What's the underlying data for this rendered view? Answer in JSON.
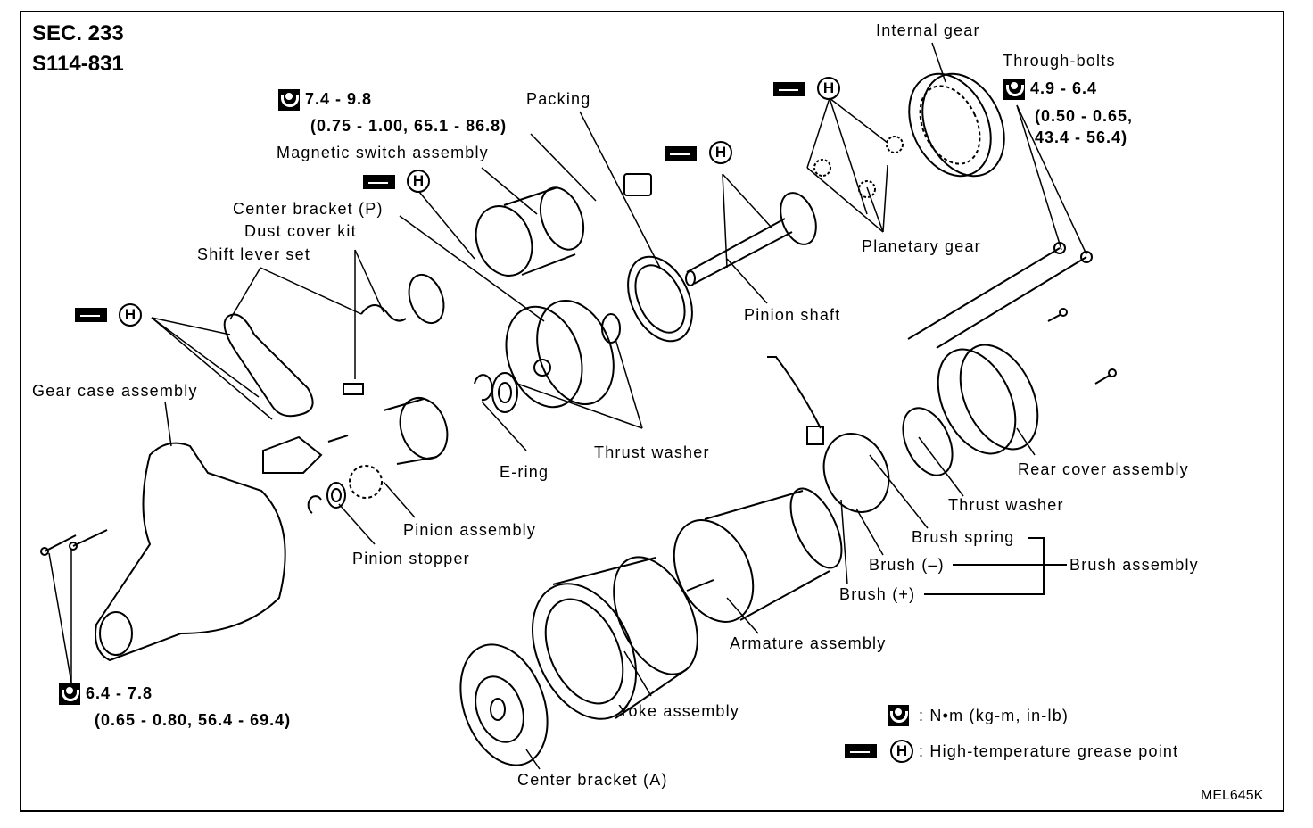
{
  "header": {
    "section": "SEC. 233",
    "part_code": "S114-831"
  },
  "figure_id": "MEL645K",
  "torque_specs": {
    "magnetic_switch": {
      "line1": "7.4 - 9.8",
      "line2": "(0.75 - 1.00, 65.1 - 86.8)"
    },
    "through_bolts": {
      "line1": "4.9 - 6.4",
      "line2": "(0.50 - 0.65,",
      "line3": "43.4 - 56.4)"
    },
    "gear_case": {
      "line1": "6.4 - 7.8",
      "line2": "(0.65 - 0.80, 56.4 - 69.4)"
    }
  },
  "labels": {
    "internal_gear": "Internal gear",
    "through_bolts": "Through-bolts",
    "packing": "Packing",
    "magnetic_switch": "Magnetic switch assembly",
    "center_bracket_p": "Center bracket (P)",
    "dust_cover_kit": "Dust cover kit",
    "shift_lever_set": "Shift lever set",
    "planetary_gear": "Planetary gear",
    "pinion_shaft": "Pinion shaft",
    "gear_case": "Gear case assembly",
    "thrust_washer_1": "Thrust washer",
    "e_ring": "E-ring",
    "pinion_assembly": "Pinion assembly",
    "pinion_stopper": "Pinion stopper",
    "rear_cover": "Rear cover assembly",
    "thrust_washer_2": "Thrust washer",
    "brush_spring": "Brush spring",
    "brush_minus": "Brush (–)",
    "brush_plus": "Brush (+)",
    "brush_assembly": "Brush assembly",
    "armature": "Armature assembly",
    "yoke": "Yoke assembly",
    "center_bracket_a": "Center bracket (A)"
  },
  "legend": {
    "torque_units": ": N•m (kg-m, in-lb)",
    "grease_point": ": High-temperature grease point",
    "grease_symbol": "H"
  }
}
